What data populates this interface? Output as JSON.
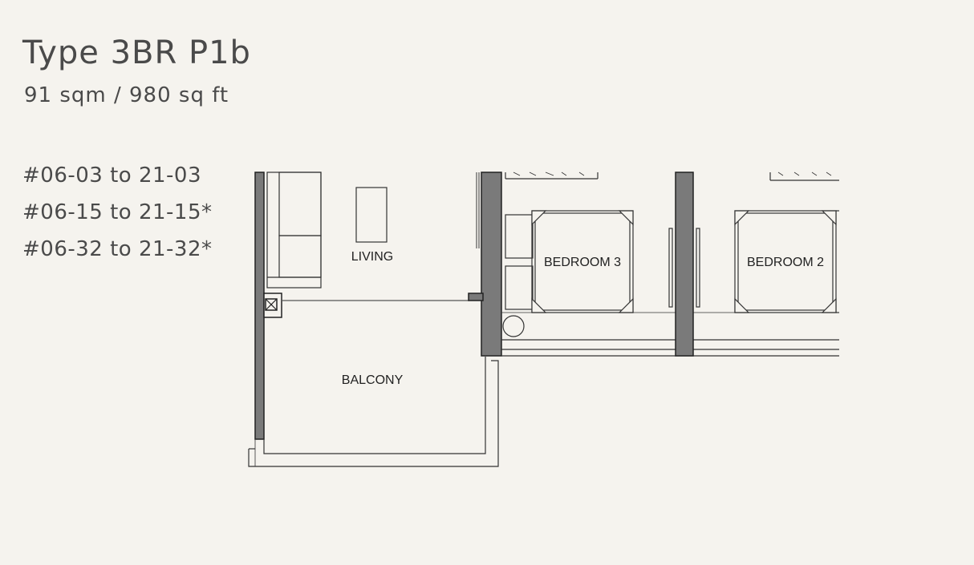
{
  "header": {
    "title": "Type 3BR P1b",
    "area": "91 sqm / 980 sq ft"
  },
  "units": [
    "#06-03 to 21-03",
    "#06-15 to 21-15*",
    "#06-32 to 21-32*"
  ],
  "rooms": {
    "living": "LIVING",
    "bedroom3": "BEDROOM 3",
    "bedroom2": "BEDROOM 2",
    "balcony": "BALCONY"
  },
  "colors": {
    "background": "#f5f3ee",
    "wall_fill": "#7a7a7a",
    "line": "#333333"
  }
}
